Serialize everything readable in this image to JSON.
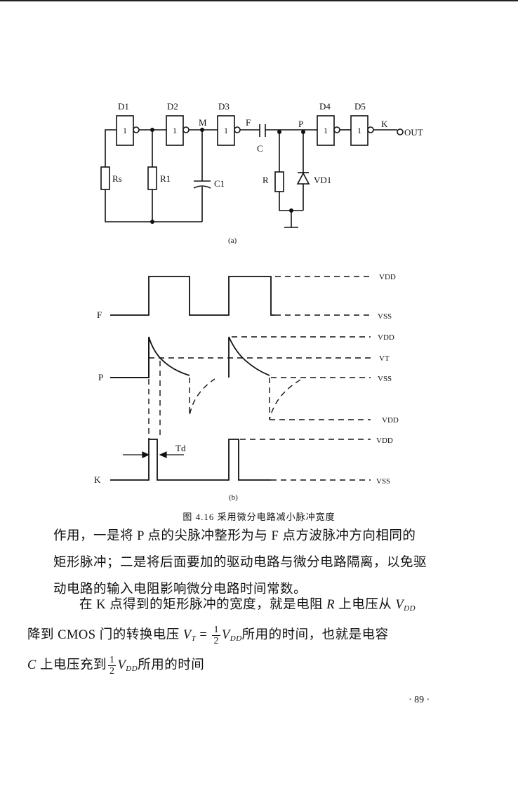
{
  "circuit": {
    "gate_labels": [
      "D1",
      "D2",
      "D3",
      "D4",
      "D5"
    ],
    "gate_symbol": "1",
    "node_labels": {
      "m": "M",
      "f": "F",
      "p": "P",
      "k": "K"
    },
    "components": {
      "r_left": "Rs",
      "r1": "R1",
      "c1": "C1",
      "c": "C",
      "r": "R",
      "vd1": "VD1"
    },
    "output": "OUT",
    "subcaption_a": "(a)"
  },
  "waveforms": {
    "signals": [
      "F",
      "P",
      "K"
    ],
    "levels": {
      "vdd": "VDD",
      "vss": "VSS",
      "vt": "VT"
    },
    "td": "Td",
    "subcaption_b": "(b)"
  },
  "caption": "图 4.16  采用微分电路减小脉冲宽度",
  "paragraph1": {
    "l1": "作用，一是将 P 点的尖脉冲整形为与 F 点方波脉冲方向相同的",
    "l2": "矩形脉冲；二是将后面要加的驱动电路与微分电路隔离，以免驱",
    "l3": "动电路的输入电阻影响微分电路时间常数。"
  },
  "paragraph2": {
    "l1": "在 K 点得到的矩形脉冲的宽度，就是电阻 ",
    "l1_r": "R",
    "l1_mid": " 上电压从 ",
    "v": "V",
    "dd": "DD",
    "t": "T",
    "l2_a": "降到 CMOS 门的转换电压 ",
    "l2_eq": " = ",
    "one": "1",
    "two": "2",
    "l2_b": "所用的时间，也就是电容",
    "c_sym": "C",
    "l3_a": " 上电压充到",
    "l3_b": "所用的时间"
  },
  "page_number": "· 89 ·"
}
